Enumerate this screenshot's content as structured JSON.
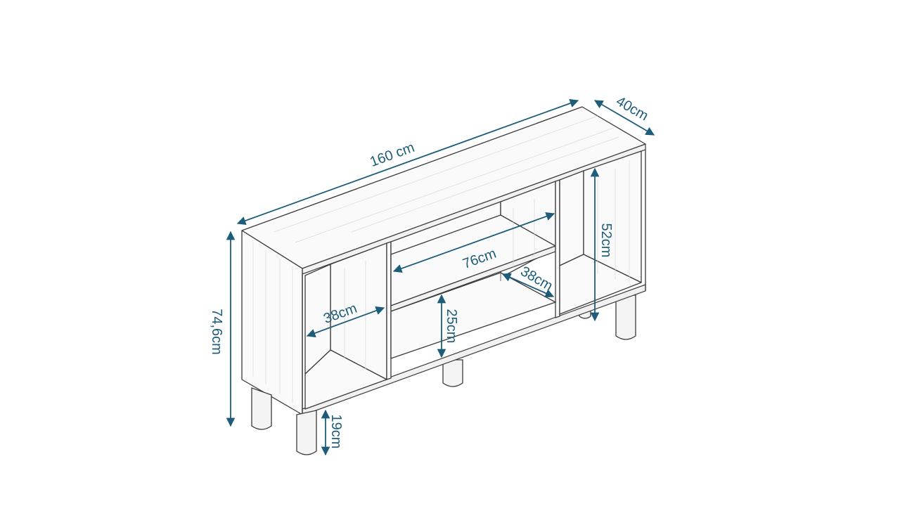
{
  "colors": {
    "dimension": "#1e5d7a",
    "line": "#3a3a3a"
  },
  "dimensions": {
    "width": "160 cm",
    "depth": "40cm",
    "total_height": "74,6cm",
    "leg_height": "19cm",
    "left_depth": "38cm",
    "middle_width": "76cm",
    "middle_depth": "38cm",
    "lower_height": "25cm",
    "right_height": "52cm"
  }
}
